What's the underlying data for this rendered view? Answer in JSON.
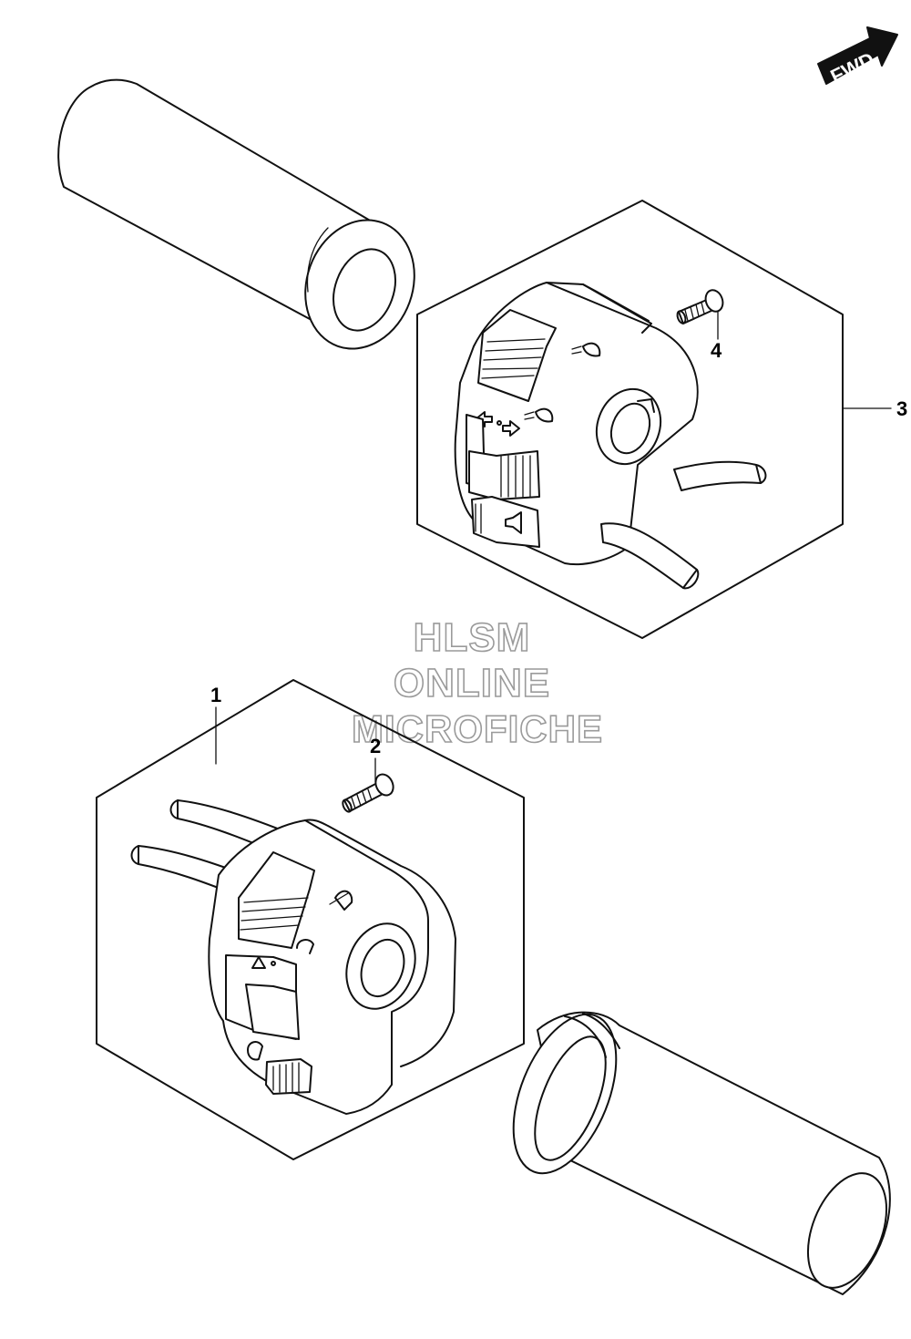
{
  "fwd_label": "FWD",
  "callouts": {
    "c1": "1",
    "c2": "2",
    "c3": "3",
    "c4": "4"
  },
  "watermark": {
    "line1": "HLSM",
    "line2": "ONLINE",
    "line3": "MICROFICHE"
  },
  "colors": {
    "line": "#111111",
    "background": "#ffffff",
    "watermark": "#9a9a9a"
  }
}
